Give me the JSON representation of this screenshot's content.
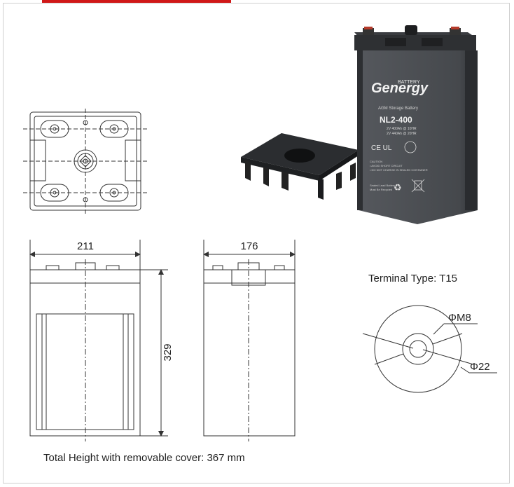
{
  "dimensions": {
    "width": "211",
    "depth": "176",
    "height": "329"
  },
  "terminal": {
    "title": "Terminal Type: T15",
    "inner_dia": "ΦM8",
    "outer_dia": "Φ22"
  },
  "footer": {
    "total_height": "Total Height with removable cover: 367 mm"
  },
  "battery": {
    "brand_top": "BATTERY",
    "brand": "Genergy",
    "type": "AGM Storage Battery",
    "model": "NL2-400",
    "spec1": "2V 400Ah @ 10HR",
    "spec2": "2V 440Ah @ 20HR",
    "marks": "CE UL",
    "warn1": "CAUTION",
    "warn2": "• AVOID SHORT CIRCUIT",
    "warn3": "• DO NOT CHARGE IN SEALED CONTAINER",
    "foot1": "Sealed Lead Battery",
    "foot2": "Must Be Recycled"
  },
  "colors": {
    "line": "#333333",
    "battery_body": "#4a4d52",
    "accent": "#d01818"
  }
}
